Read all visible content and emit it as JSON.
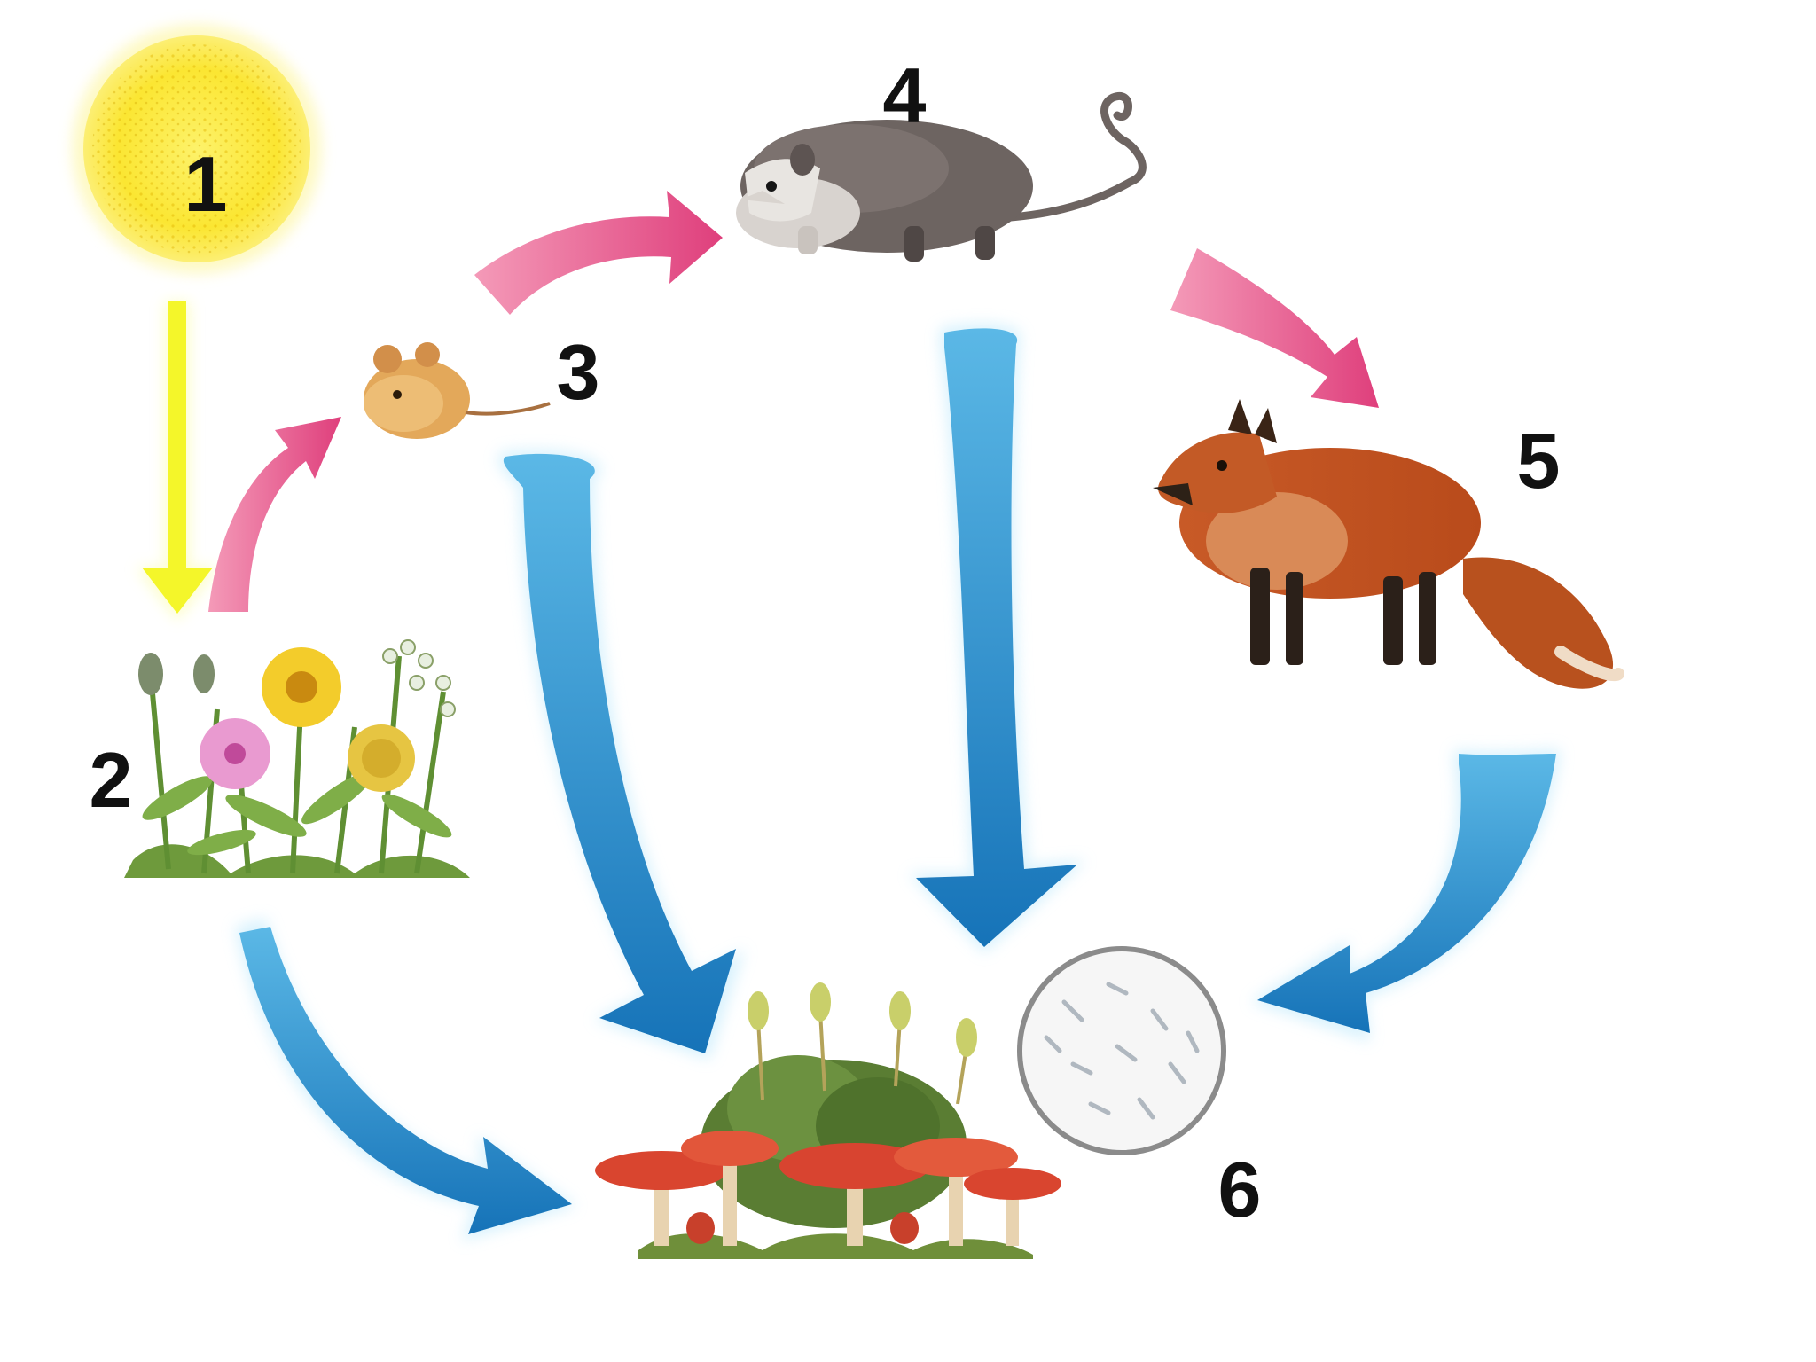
{
  "diagram": {
    "labels": {
      "sun": "1",
      "plants": "2",
      "mouse": "3",
      "opossum": "4",
      "fox": "5",
      "bacteria": "6"
    },
    "colors": {
      "energy_arrow": "#f4f62a",
      "feeding_arrow": "#e0457f",
      "decomposition_arrow": "#1877bd",
      "arrow_glow": "#bfe9fb",
      "sun": "#fbe632",
      "background": "#ffffff"
    },
    "nodes": [
      {
        "id": "sun",
        "icon": "sun-icon"
      },
      {
        "id": "plants",
        "icon": "plants-icon"
      },
      {
        "id": "mouse",
        "icon": "mouse-icon"
      },
      {
        "id": "opossum",
        "icon": "opossum-icon"
      },
      {
        "id": "fox",
        "icon": "fox-icon"
      },
      {
        "id": "bacteria",
        "icon": "bacteria-icon"
      },
      {
        "id": "decomposers",
        "icon": "mushrooms-icon"
      }
    ],
    "edges": [
      {
        "from": "sun",
        "to": "plants",
        "kind": "energy"
      },
      {
        "from": "plants",
        "to": "mouse",
        "kind": "feeding"
      },
      {
        "from": "mouse",
        "to": "opossum",
        "kind": "feeding"
      },
      {
        "from": "opossum",
        "to": "fox",
        "kind": "feeding"
      },
      {
        "from": "plants",
        "to": "decomposers",
        "kind": "decomposition"
      },
      {
        "from": "mouse",
        "to": "decomposers",
        "kind": "decomposition"
      },
      {
        "from": "opossum",
        "to": "decomposers",
        "kind": "decomposition"
      },
      {
        "from": "fox",
        "to": "bacteria",
        "kind": "decomposition"
      }
    ]
  }
}
